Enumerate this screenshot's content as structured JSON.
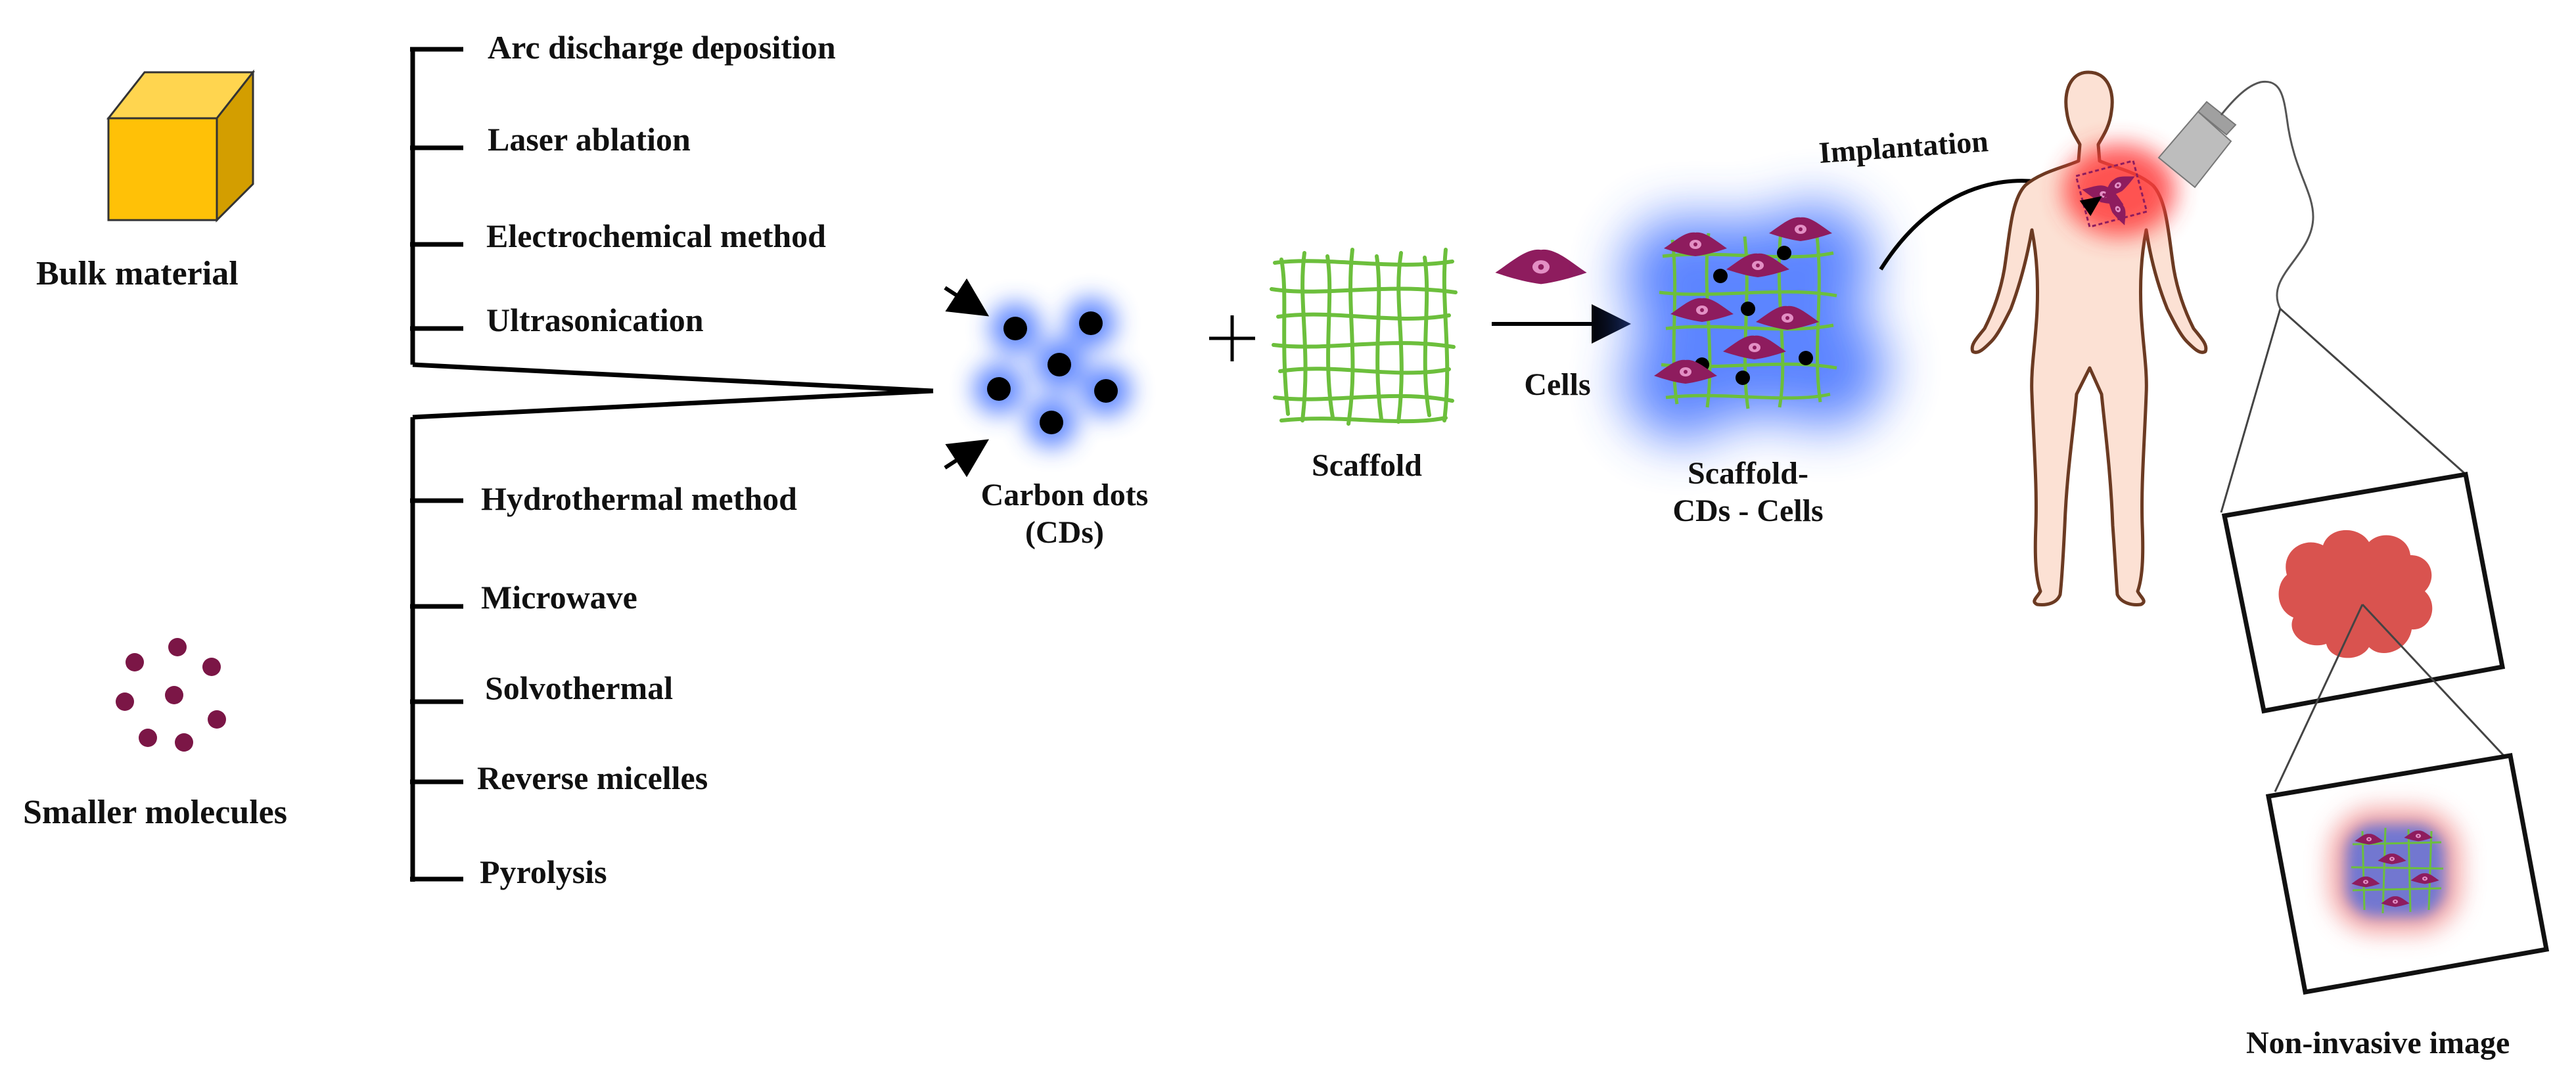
{
  "sources": {
    "bulk_label": "Bulk material",
    "small_label": "Smaller molecules"
  },
  "top_down_methods": [
    "Arc discharge deposition",
    "Laser ablation",
    "Electrochemical method",
    "Ultrasonication"
  ],
  "bottom_up_methods": [
    "Hydrothermal method",
    "Microwave",
    "Solvothermal",
    "Reverse micelles",
    "Pyrolysis"
  ],
  "carbon_dots": {
    "line1": "Carbon dots",
    "line2": "(CDs)"
  },
  "scaffold_label": "Scaffold",
  "cells_label": "Cells",
  "composite": {
    "line1": "Scaffold-",
    "line2": "CDs - Cells"
  },
  "implantation_label": "Implantation",
  "imaging_label": "Non-invasive image",
  "colors": {
    "cube_front": "#FFC107",
    "cube_top": "#FFD54F",
    "cube_side": "#D39E00",
    "molecule": "#7B1646",
    "cd_glow": "#3F6FFF",
    "scaffold": "#6CBF3C",
    "cell": "#8E1C5E",
    "body_skin": "#FCE1D4",
    "body_outline": "#6B3A22",
    "heat": "#FF3B3B",
    "tumor": "#D9534F"
  }
}
